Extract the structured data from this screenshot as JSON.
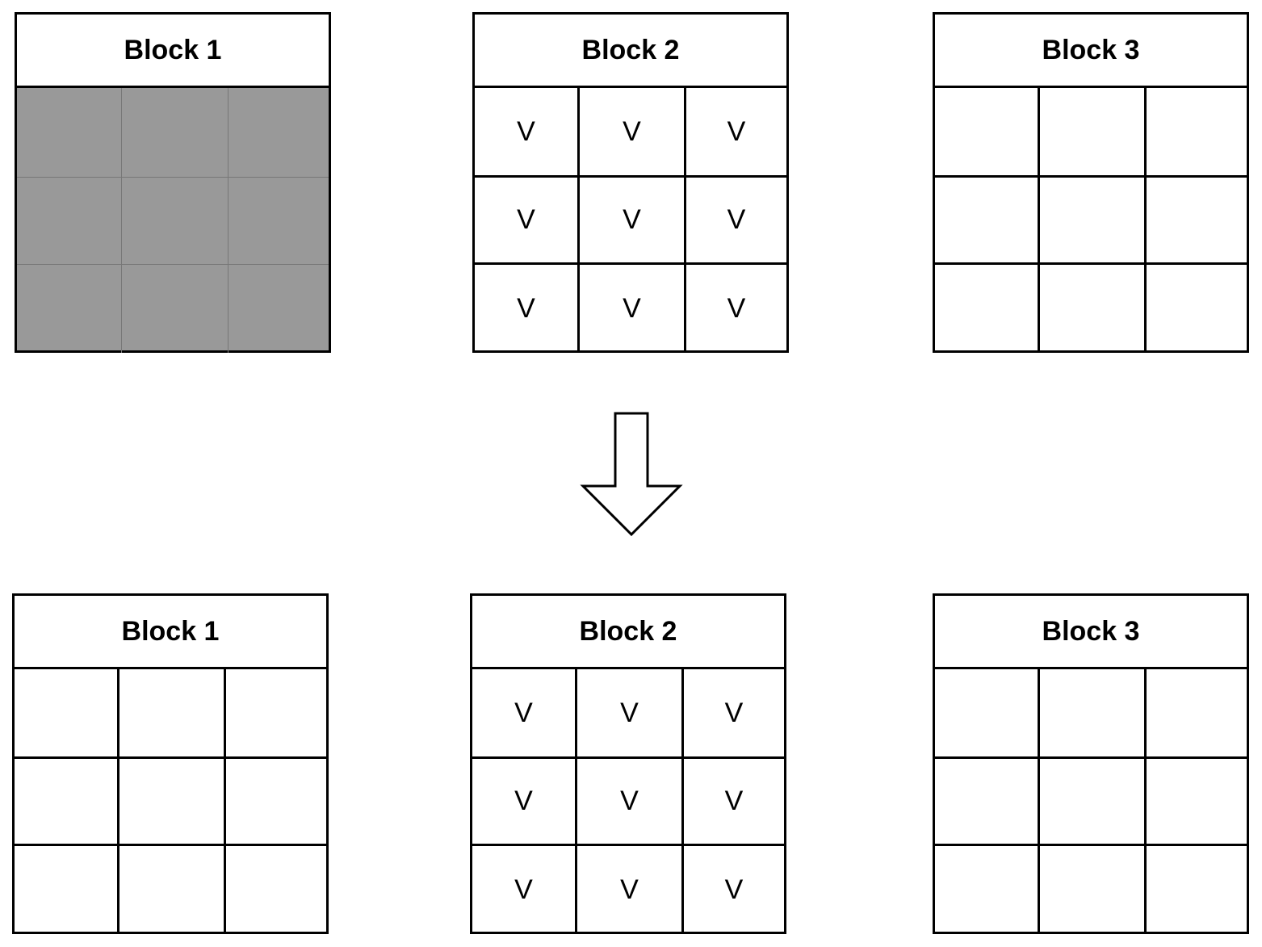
{
  "before": {
    "blocks": [
      {
        "title": "Block 1",
        "cells": [
          "",
          "",
          "",
          "",
          "",
          "",
          "",
          "",
          ""
        ],
        "fill": "#999999"
      },
      {
        "title": "Block 2",
        "cells": [
          "V",
          "V",
          "V",
          "V",
          "V",
          "V",
          "V",
          "V",
          "V"
        ]
      },
      {
        "title": "Block 3",
        "cells": [
          "",
          "",
          "",
          "",
          "",
          "",
          "",
          "",
          ""
        ]
      }
    ]
  },
  "after": {
    "blocks": [
      {
        "title": "Block 1",
        "cells": [
          "",
          "",
          "",
          "",
          "",
          "",
          "",
          "",
          ""
        ]
      },
      {
        "title": "Block 2",
        "cells": [
          "V",
          "V",
          "V",
          "V",
          "V",
          "V",
          "V",
          "V",
          "V"
        ]
      },
      {
        "title": "Block 3",
        "cells": [
          "",
          "",
          "",
          "",
          "",
          "",
          "",
          "",
          ""
        ]
      }
    ]
  },
  "colors": {
    "stroke": "#000000",
    "shade": "#999999",
    "background": "#ffffff"
  }
}
